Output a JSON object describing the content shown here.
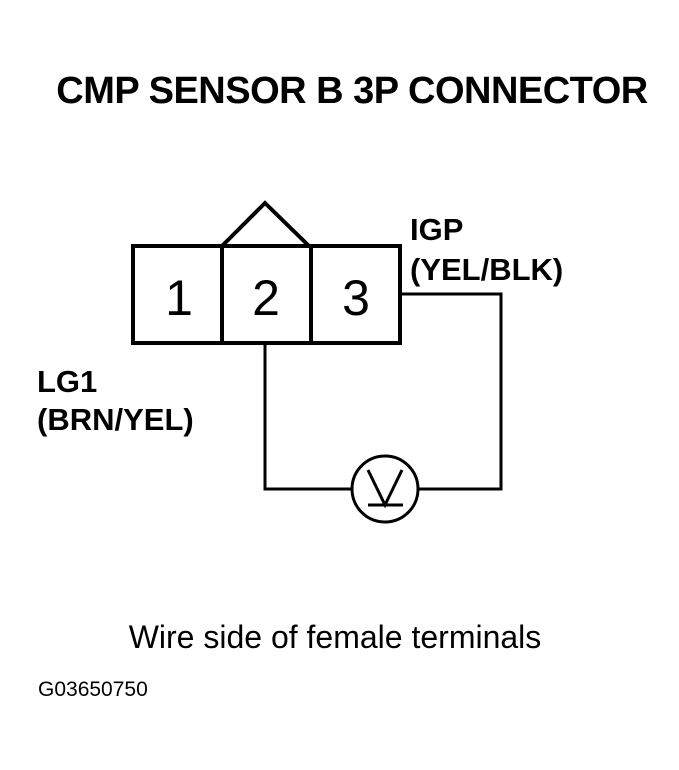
{
  "title": "CMP SENSOR B 3P CONNECTOR",
  "connector": {
    "pins": [
      "1",
      "2",
      "3"
    ]
  },
  "labels": {
    "pin3_name": "IGP",
    "pin3_color": "(YEL/BLK)",
    "pin2_name": "LG1",
    "pin2_color": "(BRN/YEL)"
  },
  "meter": {
    "symbol": "V"
  },
  "caption": "Wire side of female terminals",
  "figure_code": "G03650750"
}
